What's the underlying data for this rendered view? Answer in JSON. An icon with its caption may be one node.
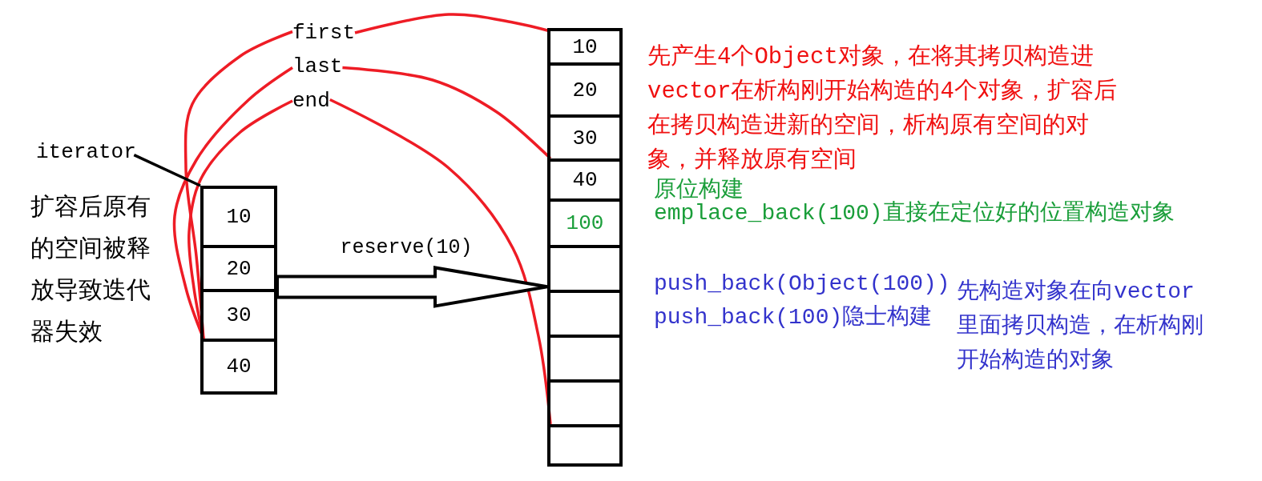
{
  "diagram": {
    "nodes": [
      {
        "text": [
          "first"
        ]
      },
      {
        "text": [
          "last"
        ]
      },
      {
        "text": [
          "end"
        ]
      },
      {
        "text": [
          "iterator"
        ]
      },
      {
        "text": [],
        "shape": "box"
      },
      {
        "text": [
          "10"
        ],
        "in": 4
      },
      {
        "text": [
          "20"
        ],
        "in": 4
      },
      {
        "text": [
          "30"
        ],
        "in": 4
      },
      {
        "text": [
          "40"
        ],
        "in": 4
      },
      {
        "text": [],
        "shape": "box"
      },
      {
        "text": [
          "10"
        ],
        "in": 9
      },
      {
        "text": [
          "20"
        ],
        "in": 9
      },
      {
        "text": [
          "30"
        ],
        "in": 9
      },
      {
        "text": [
          "40"
        ],
        "in": 9
      },
      {
        "text": [
          "100"
        ],
        "in": 9
      },
      {
        "text": [],
        "shape": "box",
        "in": 9
      },
      {
        "text": [],
        "shape": "box",
        "in": 9
      },
      {
        "text": [],
        "shape": "box",
        "in": 9
      },
      {
        "text": [],
        "shape": "box",
        "in": 9
      },
      {
        "text": [],
        "shape": "box",
        "in": 9
      }
    ],
    "edges": [
      {
        "from": 0,
        "to": 7,
        "arrow": "none"
      },
      {
        "from": 1,
        "to": 7,
        "arrow": "none"
      },
      {
        "from": 2,
        "to": 7,
        "arrow": "none"
      },
      {
        "from": 0,
        "to": 10,
        "arrow": "none"
      },
      {
        "from": 1,
        "to": 12,
        "arrow": "none"
      },
      {
        "from": 2,
        "to": 18,
        "arrow": "none"
      },
      {
        "from": 3,
        "to": 4,
        "arrow": "none",
        "color": "#000000"
      },
      {
        "from": 4,
        "to": 9,
        "arrow": "to",
        "label": "reserve(10)",
        "style": "thick",
        "color": "#000000"
      }
    ],
    "labels": [
      "扩容后原有的空间被释放导致迭代器失效",
      "先产生4个Object对象，在将其拷贝构造进vector在析构刚开始构造的4个对象，扩容后在拷贝构造进新的空间，析构原有空间的对象，并释放原有空间",
      "原位构建",
      "emplace_back(100)直接在定位好的位置构造对象",
      "push_back(Object(100))",
      "push_back(100)隐士构建",
      "先构造对象在向vector里面拷贝构造，在析构刚开始构造的对象"
    ]
  }
}
